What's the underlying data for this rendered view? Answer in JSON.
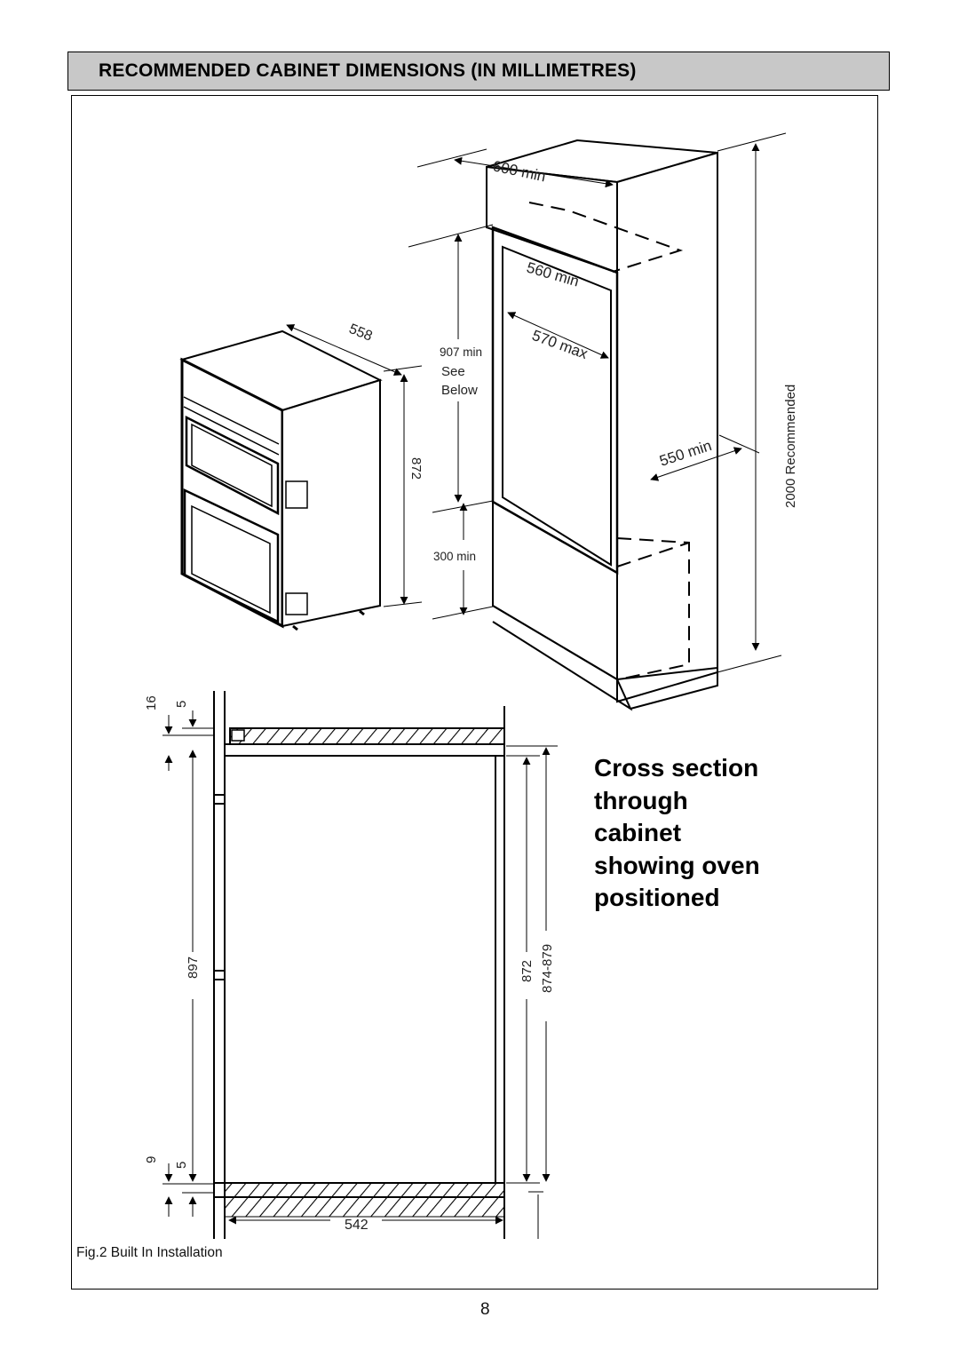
{
  "header": {
    "title": "RECOMMENDED CABINET DIMENSIONS (IN MILLIMETRES)"
  },
  "isometric": {
    "dim_600": "600 min",
    "dim_560": "560 min",
    "dim_570": "570 max",
    "dim_558": "558",
    "dim_907": "907 min",
    "see": "See",
    "below": "Below",
    "dim_872": "872",
    "dim_300": "300 min",
    "dim_550": "550 min",
    "dim_2000": "2000 Recommended"
  },
  "cross_section": {
    "title": "Cross section\nthrough\ncabinet\nshowing oven\npositioned",
    "dim_16": "16",
    "dim_5_top": "5",
    "dim_897": "897",
    "dim_9": "9",
    "dim_5_bottom": "5",
    "dim_872": "872",
    "dim_874_879": "874-879",
    "dim_542": "542"
  },
  "caption": "Fig.2 Built In Installation",
  "page_number": "8"
}
